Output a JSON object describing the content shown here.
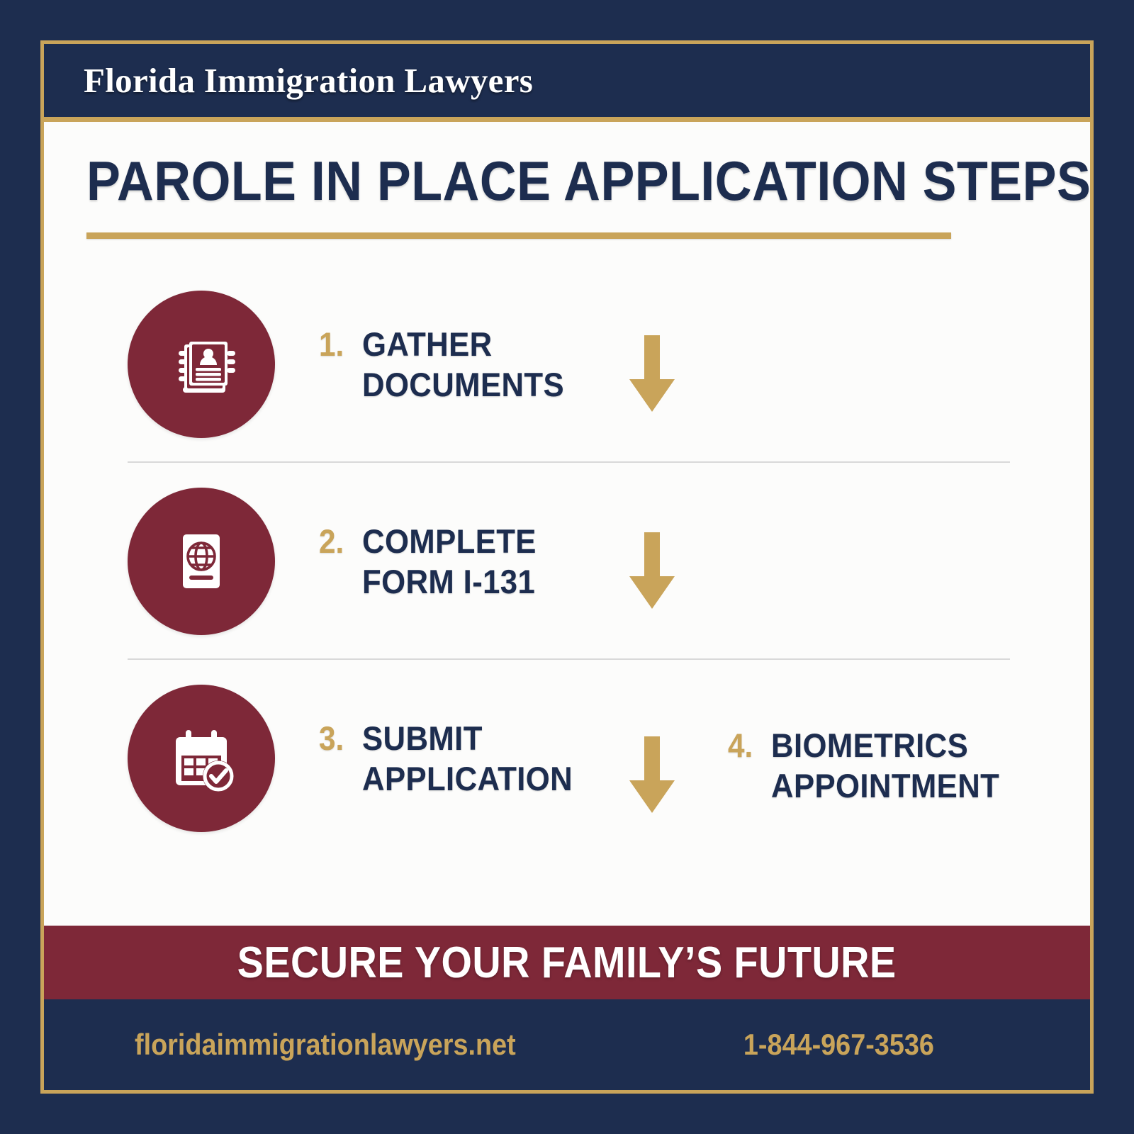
{
  "brand": {
    "name": "Florida Immigration Lawyers"
  },
  "headline": {
    "title": "PAROLE IN PLACE APPLICATION STEPS"
  },
  "steps": [
    {
      "number": "1.",
      "label": "GATHER\nDOCUMENTS",
      "icon": "id-document-icon"
    },
    {
      "number": "2.",
      "label": "COMPLETE\nFORM I-131",
      "icon": "passport-icon"
    },
    {
      "number": "3.",
      "label": "SUBMIT\nAPPLICATION",
      "icon": "calendar-check-icon"
    },
    {
      "number": "4.",
      "label": "BIOMETRICS\nAPPOINTMENT",
      "icon": "none"
    }
  ],
  "cta": {
    "text": "SECURE YOUR FAMILY’S FUTURE"
  },
  "contact": {
    "website": "floridaimmigrationlawyers.net",
    "phone": "1-844-967-3536"
  },
  "colors": {
    "navy": "#1d2d4f",
    "gold": "#c9a45a",
    "maroon": "#7e2838",
    "white": "#ffffff",
    "page_background": "#fcfcfb",
    "divider": "#d9d9d9"
  }
}
